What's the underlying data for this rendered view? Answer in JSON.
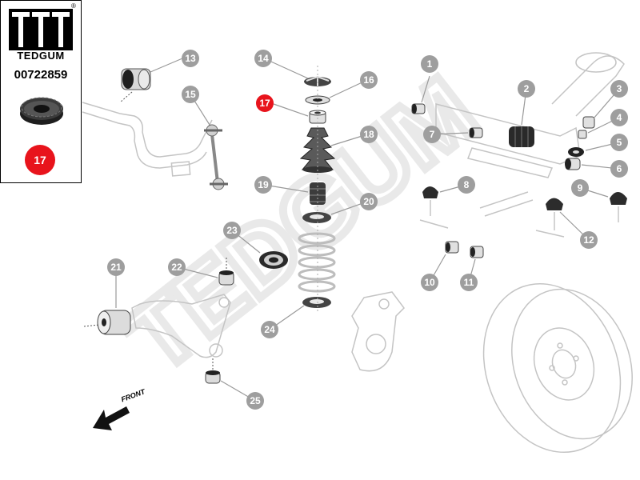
{
  "brand": {
    "name": "TEDGUM",
    "part_number": "00722859",
    "registered_mark": "®",
    "selected_callout": "17"
  },
  "watermark": "TEDGUM",
  "front_label": "FRONT",
  "colors": {
    "callout_grey": "#9e9e9e",
    "callout_highlight": "#e8141c",
    "line_art": "#c4c4c4",
    "part_dark": "#222222"
  },
  "callouts": [
    {
      "label": "1",
      "highlighted": false
    },
    {
      "label": "2",
      "highlighted": false
    },
    {
      "label": "3",
      "highlighted": false
    },
    {
      "label": "4",
      "highlighted": false
    },
    {
      "label": "5",
      "highlighted": false
    },
    {
      "label": "6",
      "highlighted": false
    },
    {
      "label": "7",
      "highlighted": false
    },
    {
      "label": "8",
      "highlighted": false
    },
    {
      "label": "9",
      "highlighted": false
    },
    {
      "label": "10",
      "highlighted": false
    },
    {
      "label": "11",
      "highlighted": false
    },
    {
      "label": "12",
      "highlighted": false
    },
    {
      "label": "13",
      "highlighted": false
    },
    {
      "label": "14",
      "highlighted": false
    },
    {
      "label": "15",
      "highlighted": false
    },
    {
      "label": "16",
      "highlighted": false
    },
    {
      "label": "17",
      "highlighted": true
    },
    {
      "label": "18",
      "highlighted": false
    },
    {
      "label": "19",
      "highlighted": false
    },
    {
      "label": "20",
      "highlighted": false
    },
    {
      "label": "21",
      "highlighted": false
    },
    {
      "label": "22",
      "highlighted": false
    },
    {
      "label": "23",
      "highlighted": false
    },
    {
      "label": "24",
      "highlighted": false
    },
    {
      "label": "25",
      "highlighted": false
    }
  ]
}
